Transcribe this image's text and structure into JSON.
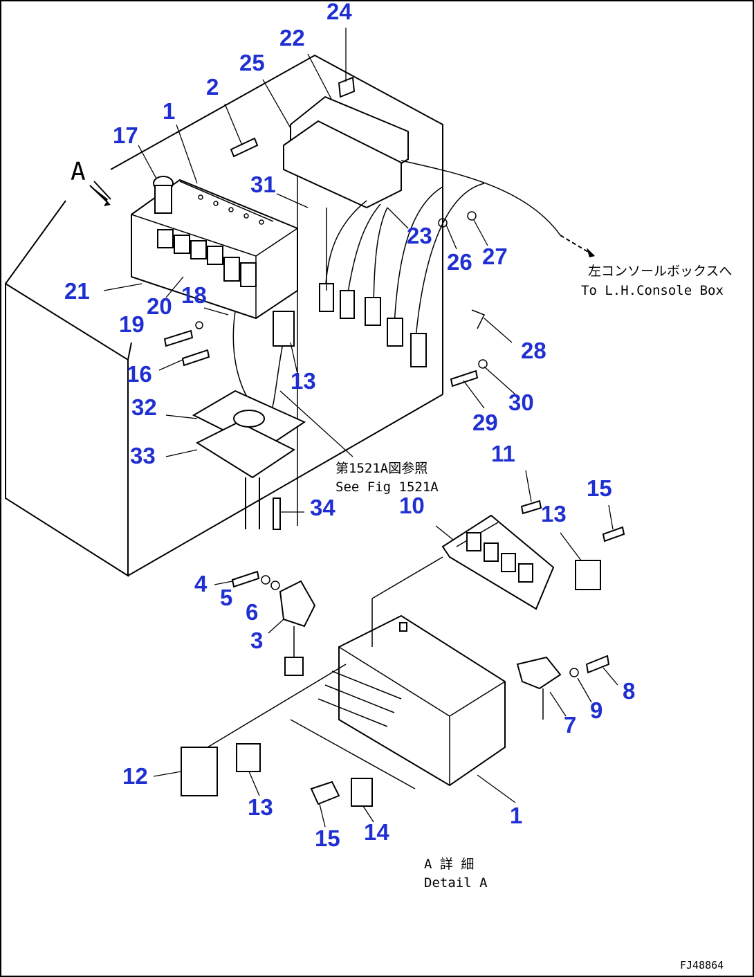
{
  "diagram": {
    "view_label": "A",
    "drawing_number": "FJ48864",
    "notes": {
      "to_console_jp": "左コンソールボックスへ",
      "to_console_en": "To L.H.Console Box",
      "see_fig_jp": "第1521A図参照",
      "see_fig_en": "See Fig 1521A",
      "detail_jp": "A 詳 細",
      "detail_en": "Detail A"
    },
    "callouts": [
      {
        "id": "c24",
        "label": "24"
      },
      {
        "id": "c22",
        "label": "22"
      },
      {
        "id": "c25",
        "label": "25"
      },
      {
        "id": "c2",
        "label": "2"
      },
      {
        "id": "c1a",
        "label": "1"
      },
      {
        "id": "c17",
        "label": "17"
      },
      {
        "id": "c31",
        "label": "31"
      },
      {
        "id": "c23",
        "label": "23"
      },
      {
        "id": "c26",
        "label": "26"
      },
      {
        "id": "c27",
        "label": "27"
      },
      {
        "id": "c21",
        "label": "21"
      },
      {
        "id": "c20",
        "label": "20"
      },
      {
        "id": "c18",
        "label": "18"
      },
      {
        "id": "c19",
        "label": "19"
      },
      {
        "id": "c16",
        "label": "16"
      },
      {
        "id": "c13a",
        "label": "13"
      },
      {
        "id": "c28",
        "label": "28"
      },
      {
        "id": "c32",
        "label": "32"
      },
      {
        "id": "c30",
        "label": "30"
      },
      {
        "id": "c29",
        "label": "29"
      },
      {
        "id": "c33",
        "label": "33"
      },
      {
        "id": "c11",
        "label": "11"
      },
      {
        "id": "c15a",
        "label": "15"
      },
      {
        "id": "c10",
        "label": "10"
      },
      {
        "id": "c34",
        "label": "34"
      },
      {
        "id": "c13b",
        "label": "13"
      },
      {
        "id": "c4",
        "label": "4"
      },
      {
        "id": "c5",
        "label": "5"
      },
      {
        "id": "c6",
        "label": "6"
      },
      {
        "id": "c3",
        "label": "3"
      },
      {
        "id": "c8",
        "label": "8"
      },
      {
        "id": "c9",
        "label": "9"
      },
      {
        "id": "c7",
        "label": "7"
      },
      {
        "id": "c12",
        "label": "12"
      },
      {
        "id": "c13c",
        "label": "13"
      },
      {
        "id": "c1b",
        "label": "1"
      },
      {
        "id": "c14",
        "label": "14"
      },
      {
        "id": "c15b",
        "label": "15"
      }
    ]
  }
}
